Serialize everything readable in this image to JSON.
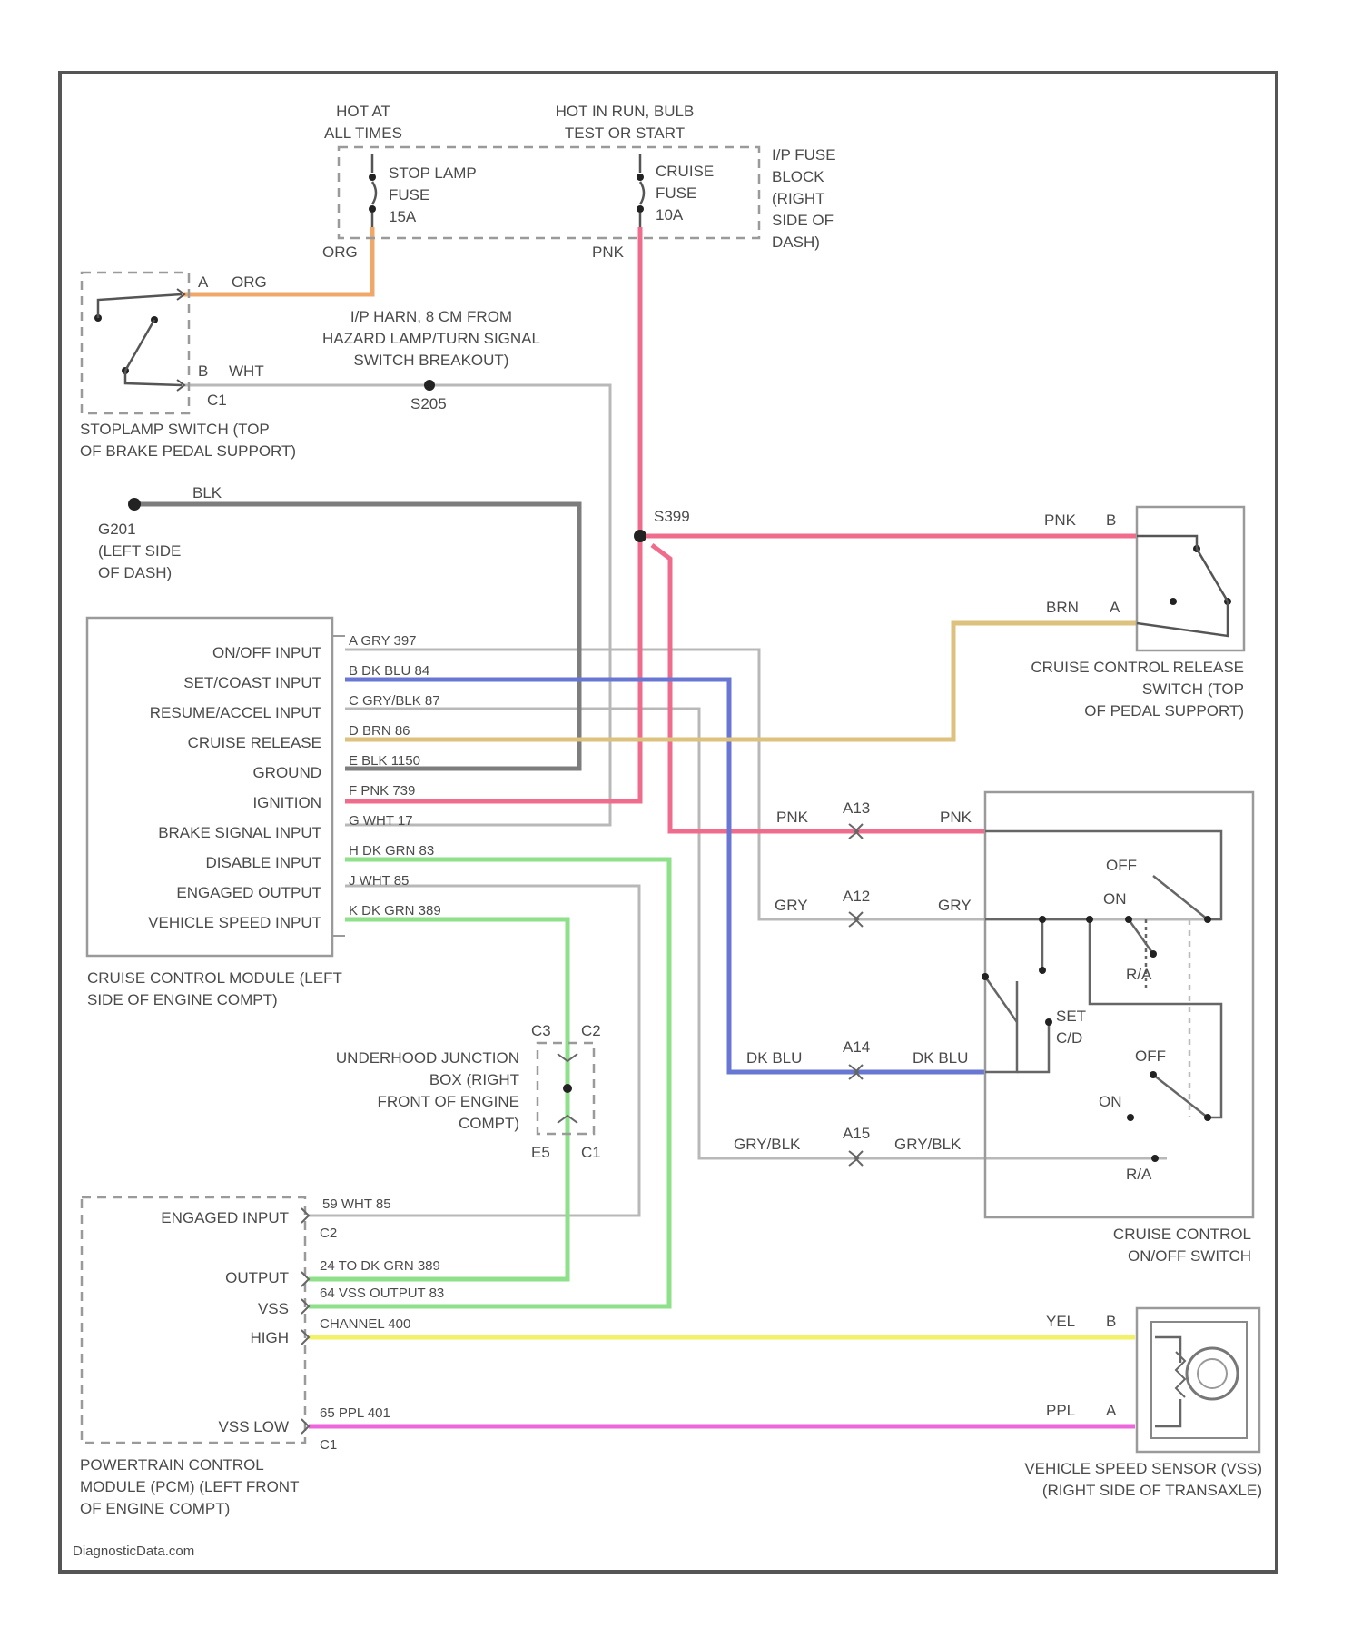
{
  "power": {
    "hot_at": [
      "HOT AT",
      "ALL TIMES"
    ],
    "hot_in": [
      "HOT IN RUN, BULB",
      "TEST OR START"
    ],
    "stop_fuse": [
      "STOP LAMP",
      "FUSE",
      "15A"
    ],
    "cruise_fuse": [
      "CRUISE",
      "FUSE",
      "10A"
    ],
    "fuse_block": [
      "I/P FUSE",
      "BLOCK",
      "(RIGHT",
      "SIDE OF",
      "DASH)"
    ],
    "org": "ORG",
    "pnk": "PNK"
  },
  "stoplamp": {
    "pinA": "A",
    "pinB": "B",
    "orgA": "ORG",
    "wht": "WHT",
    "c1": "C1",
    "label": [
      "STOPLAMP SWITCH (TOP",
      "OF BRAKE PEDAL SUPPORT)"
    ]
  },
  "harness": {
    "label": [
      "I/P HARN, 8 CM FROM",
      "HAZARD LAMP/TURN SIGNAL",
      "SWITCH BREAKOUT)"
    ],
    "s_top": "S205"
  },
  "ground": {
    "g_name": "G201",
    "g_loc": [
      "(LEFT SIDE",
      "OF DASH)"
    ],
    "blk": "BLK",
    "s_mid": "S399"
  },
  "ccm": {
    "inputs": [
      "ON/OFF INPUT",
      "SET/COAST INPUT",
      "RESUME/ACCEL INPUT",
      "CRUISE RELEASE",
      "GROUND",
      "IGNITION",
      "BRAKE SIGNAL INPUT",
      "DISABLE INPUT",
      "ENGAGED OUTPUT",
      "VEHICLE SPEED INPUT"
    ],
    "pins": [
      "A  GRY  397",
      "B  DK BLU  84",
      "C  GRY/BLK  87",
      "D  BRN  86",
      "E  BLK  1150",
      "F  PNK  739",
      "G  WHT  17",
      "H  DK GRN  83",
      "J  WHT  85",
      "K  DK GRN  389"
    ],
    "label": [
      "CRUISE CONTROL MODULE (LEFT",
      "SIDE OF ENGINE COMPT)"
    ]
  },
  "release": {
    "pnk": "PNK",
    "pinB": "B",
    "brn": "BRN",
    "pinA": "A",
    "label": [
      "CRUISE CONTROL RELEASE",
      "SWITCH (TOP",
      "OF PEDAL SUPPORT)"
    ]
  },
  "onoff": {
    "pnkL": "PNK",
    "a13": "A13",
    "pnkR": "PNK",
    "gryL": "GRY",
    "a12": "A12",
    "gryR": "GRY",
    "bluL": "DK BLU",
    "a14": "A14",
    "bluR": "DK BLU",
    "gbL": "GRY/BLK",
    "a15": "A15",
    "gbR": "GRY/BLK",
    "off1": "OFF",
    "on1": "ON",
    "ra1": "R/A",
    "set": [
      "SET",
      "C/D"
    ],
    "off2": "OFF",
    "on2": "ON",
    "ra2": "R/A",
    "label": [
      "CRUISE CONTROL",
      "ON/OFF SWITCH"
    ]
  },
  "junction": {
    "c3": "C3",
    "c2": "C2",
    "e5": "E5",
    "c1": "C1",
    "label": [
      "UNDERHOOD JUNCTION",
      "BOX (RIGHT",
      "FRONT OF ENGINE",
      "COMPT)"
    ]
  },
  "pcm": {
    "engaged": "ENGAGED INPUT",
    "output": "OUTPUT",
    "vss": "VSS",
    "high": "HIGH",
    "vsslow": "VSS LOW",
    "p1": "59     WHT     85",
    "c2": "C2",
    "p2": "24  TO  DK GRN       389",
    "p3": "64  VSS OUTPUT  83",
    "p4": "CHANNEL      400",
    "p5": "65       PPL     401",
    "c1": "C1",
    "label": [
      "POWERTRAIN CONTROL",
      "MODULE (PCM) (LEFT FRONT",
      "OF ENGINE COMPT)"
    ]
  },
  "vss": {
    "yel": "YEL",
    "pinB": "B",
    "ppl": "PPL",
    "pinA": "A",
    "label": [
      "VEHICLE SPEED SENSOR (VSS)",
      "(RIGHT SIDE OF TRANSAXLE)"
    ]
  },
  "footer": "DiagnosticData.com",
  "colors": {
    "org": "#f0a868",
    "pnk": "#f06c8c",
    "blk": "#7d7d7d",
    "blu": "#6877d4",
    "brn": "#dcc27c",
    "grn": "#8ee08a",
    "gry": "#c0c0c0",
    "yel": "#f2f266",
    "ppl": "#ee66dc"
  }
}
